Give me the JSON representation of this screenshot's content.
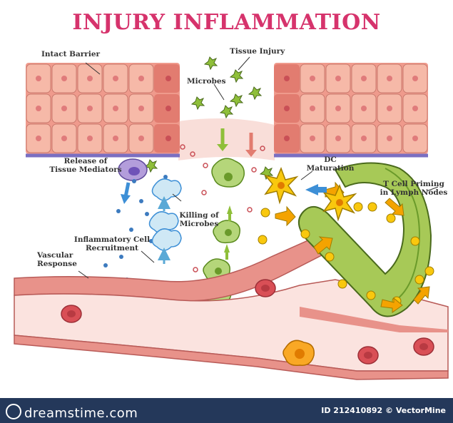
{
  "title": "INJURY INFLAMMATION",
  "labels": {
    "intact_barrier": "Intact Barrier",
    "tissue_injury": "Tissue Injury",
    "microbes": "Microbes",
    "release_mediators_1": "Release of",
    "release_mediators_2": "Tissue Mediators",
    "dc_maturation_1": "DC",
    "dc_maturation_2": "Maturation",
    "t_cell_priming_1": "T Cell Priming",
    "t_cell_priming_2": "in Lymph Nodes",
    "killing_1": "Killing of",
    "killing_2": "Microbes",
    "recruitment_1": "Inflammatory Cell",
    "recruitment_2": "Recruitment",
    "vascular_1": "Vascular",
    "vascular_2": "Response"
  },
  "footer": {
    "brand": "dreamstime.com",
    "id_credit": "ID 212410892 © VectorMine"
  },
  "colors": {
    "title": "#d6336c",
    "tissue_cell": "#f6b9a8",
    "vessel": "#f7c9c4",
    "lymph": "#a7c957",
    "footer": "#24385a"
  }
}
